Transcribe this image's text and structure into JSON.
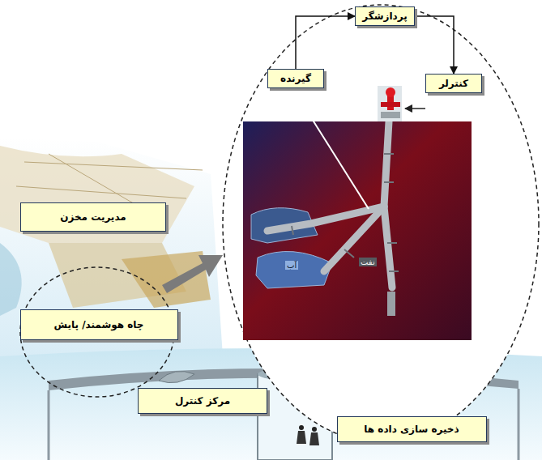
{
  "diagram": {
    "nodes": [
      {
        "text": [
          "پردازشگر"
        ]
      },
      {
        "text": [
          "گیرنده"
        ]
      },
      {
        "text": [
          "کنترلر"
        ]
      },
      {
        "text": [
          "مدیریت مخزن"
        ]
      },
      {
        "text": [
          "چاه هوشمند/ پایش"
        ]
      },
      {
        "text": [
          "مرکز کنترل"
        ]
      },
      {
        "text": [
          "ذخیره سازی داده ها"
        ]
      }
    ],
    "edges": [
      {
        "from": 1,
        "to": 0,
        "arrow": "to"
      },
      {
        "from": 0,
        "to": 2,
        "arrow": "to"
      }
    ],
    "labels": [
      "نفت",
      "آب"
    ]
  }
}
